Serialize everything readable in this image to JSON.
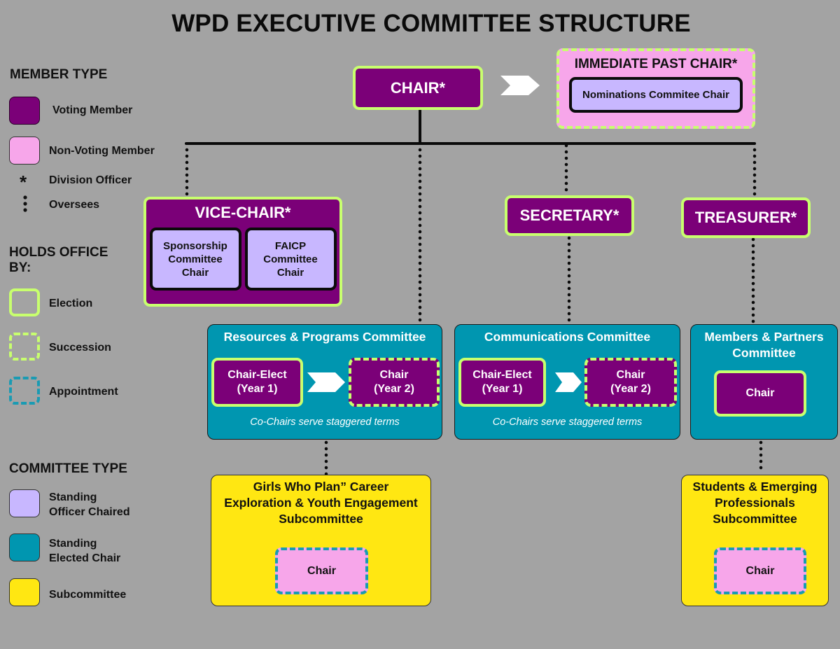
{
  "title": "WPD EXECUTIVE COMMITTEE STRUCTURE",
  "colors": {
    "background": "#a3a3a3",
    "voting_member": "#7b0078",
    "non_voting_member": "#f7a6ea",
    "election_border": "#c8ff6e",
    "appointment_border": "#1a9bb3",
    "standing_officer_chaired": "#c8b7ff",
    "standing_elected_chair": "#0096b0",
    "subcommittee": "#ffe712"
  },
  "legend": {
    "member_type": {
      "heading": "MEMBER TYPE",
      "items": [
        {
          "label": "Voting Member",
          "icon": "purple-swatch"
        },
        {
          "label": "Non-Voting Member",
          "icon": "pink-swatch"
        },
        {
          "label": "Division Officer",
          "icon": "asterisk",
          "glyph": "*"
        },
        {
          "label": "Oversees",
          "icon": "vertical-dots",
          "glyph": "⋮"
        }
      ]
    },
    "holds_office_by": {
      "heading": "HOLDS OFFICE BY:",
      "items": [
        {
          "label": "Election",
          "icon": "solid-lime-border"
        },
        {
          "label": "Succession",
          "icon": "dashed-lime-border"
        },
        {
          "label": "Appointment",
          "icon": "dashed-teal-border"
        }
      ]
    },
    "committee_type": {
      "heading": "COMMITTEE TYPE",
      "items": [
        {
          "label": "Standing Officer Chaired",
          "line1": "Standing",
          "line2": "Officer Chaired",
          "icon": "lavender-swatch"
        },
        {
          "label": "Standing Elected Chair",
          "line1": "Standing",
          "line2": "Elected Chair",
          "icon": "teal-swatch"
        },
        {
          "label": "Subcommittee",
          "icon": "yellow-swatch"
        }
      ]
    }
  },
  "org": {
    "chair": "CHAIR*",
    "immediate_past_chair": {
      "title": "IMMEDIATE PAST CHAIR*",
      "committee": "Nominations Commitee Chair"
    },
    "vice_chair": {
      "title": "VICE-CHAIR*",
      "committees": [
        "Sponsorship Committee Chair",
        "FAICP Committee Chair"
      ],
      "committee_lines": [
        [
          "Sponsorship",
          "Committee",
          "Chair"
        ],
        [
          "FAICP",
          "Committee",
          "Chair"
        ]
      ]
    },
    "secretary": "SECRETARY*",
    "treasurer": "TREASURER*",
    "committees": [
      {
        "name": "Resources & Programs Committee",
        "chair_elect": [
          "Chair-Elect",
          "(Year 1)"
        ],
        "chair": [
          "Chair",
          "(Year 2)"
        ],
        "note": "Co-Chairs serve staggered terms"
      },
      {
        "name": "Communications Committee",
        "chair_elect": [
          "Chair-Elect",
          "(Year 1)"
        ],
        "chair": [
          "Chair",
          "(Year 2)"
        ],
        "note": "Co-Chairs serve staggered terms"
      },
      {
        "name_lines": [
          "Members & Partners",
          "Committee"
        ],
        "name": "Members & Partners Committee",
        "chair": "Chair"
      }
    ],
    "subcommittees": [
      {
        "name_lines": [
          "Girls Who Plan” Career",
          "Exploration & Youth Engagement",
          "Subcommittee"
        ],
        "chair": "Chair"
      },
      {
        "name_lines": [
          "Students & Emerging",
          "Professionals",
          "Subcommittee"
        ],
        "chair": "Chair"
      }
    ]
  }
}
